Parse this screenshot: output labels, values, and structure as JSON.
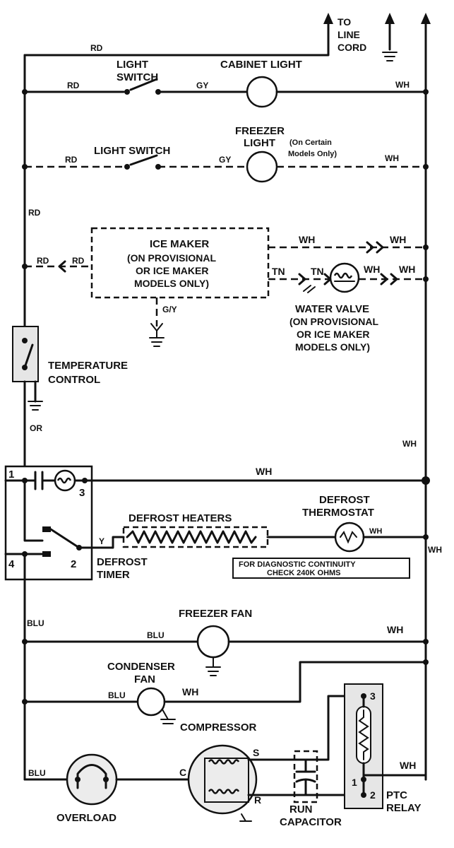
{
  "labels": {
    "to_line_cord": [
      "TO",
      "LINE",
      "CORD"
    ],
    "rd_top": "RD",
    "light_switch_1": [
      "LIGHT",
      "SWITCH"
    ],
    "rd_1": "RD",
    "gy_1": "GY",
    "cabinet_light": "CABINET LIGHT",
    "wh_1": "WH",
    "freezer_light": [
      "FREEZER",
      "LIGHT"
    ],
    "freezer_light_note": [
      "(On Certain",
      "Models Only)"
    ],
    "rd_2": "RD",
    "light_switch_2": "LIGHT SWITCH",
    "gy_2": "GY",
    "wh_2": "WH",
    "rd_left": "RD",
    "ice_maker_title": "ICE MAKER",
    "ice_maker_note": [
      "(ON PROVISIONAL",
      "OR ICE MAKER",
      "MODELS ONLY)"
    ],
    "wh_ice_1": "WH",
    "wh_ice_2": "WH",
    "rd_ice_a": "RD",
    "rd_ice_b": "RD",
    "tn_1": "TN",
    "tn_2": "TN",
    "wh_valve": "WH",
    "wh_valve_2": "WH",
    "gy_ground": "G/Y",
    "water_valve_title": "WATER VALVE",
    "water_valve_note": [
      "(ON PROVISIONAL",
      "OR ICE MAKER",
      "MODELS ONLY)"
    ],
    "temperature_control": [
      "TEMPERATURE",
      "CONTROL"
    ],
    "or_label": "OR",
    "wh_mid": "WH",
    "timer_1": "1",
    "timer_3": "3",
    "wh_timer": "WH",
    "defrost_heaters": "DEFROST HEATERS",
    "defrost_thermostat": [
      "DEFROST",
      "THERMOSTAT"
    ],
    "y_label": "Y",
    "wh_thermo": "WH",
    "wh_right": "WH",
    "timer_4": "4",
    "timer_2": "2",
    "defrost_timer": [
      "DEFROST",
      "TIMER"
    ],
    "diagnostic_note": [
      "FOR DIAGNOSTIC CONTINUITY",
      "CHECK 240K OHMS"
    ],
    "blu_left": "BLU",
    "freezer_fan": "FREEZER FAN",
    "blu_ff": "BLU",
    "wh_ff": "WH",
    "condenser_fan": [
      "CONDENSER",
      "FAN"
    ],
    "blu_cf": "BLU",
    "wh_cf": "WH",
    "compressor": "COMPRESSOR",
    "relay_3": "3",
    "s_label": "S",
    "c_label": "C",
    "r_label": "R",
    "blu_comp": "BLU",
    "relay_1": "1",
    "relay_2": "2",
    "wh_relay": "WH",
    "overload": "OVERLOAD",
    "run_capacitor": [
      "RUN",
      "CAPACITOR"
    ],
    "ptc_relay": [
      "PTC",
      "RELAY"
    ]
  }
}
